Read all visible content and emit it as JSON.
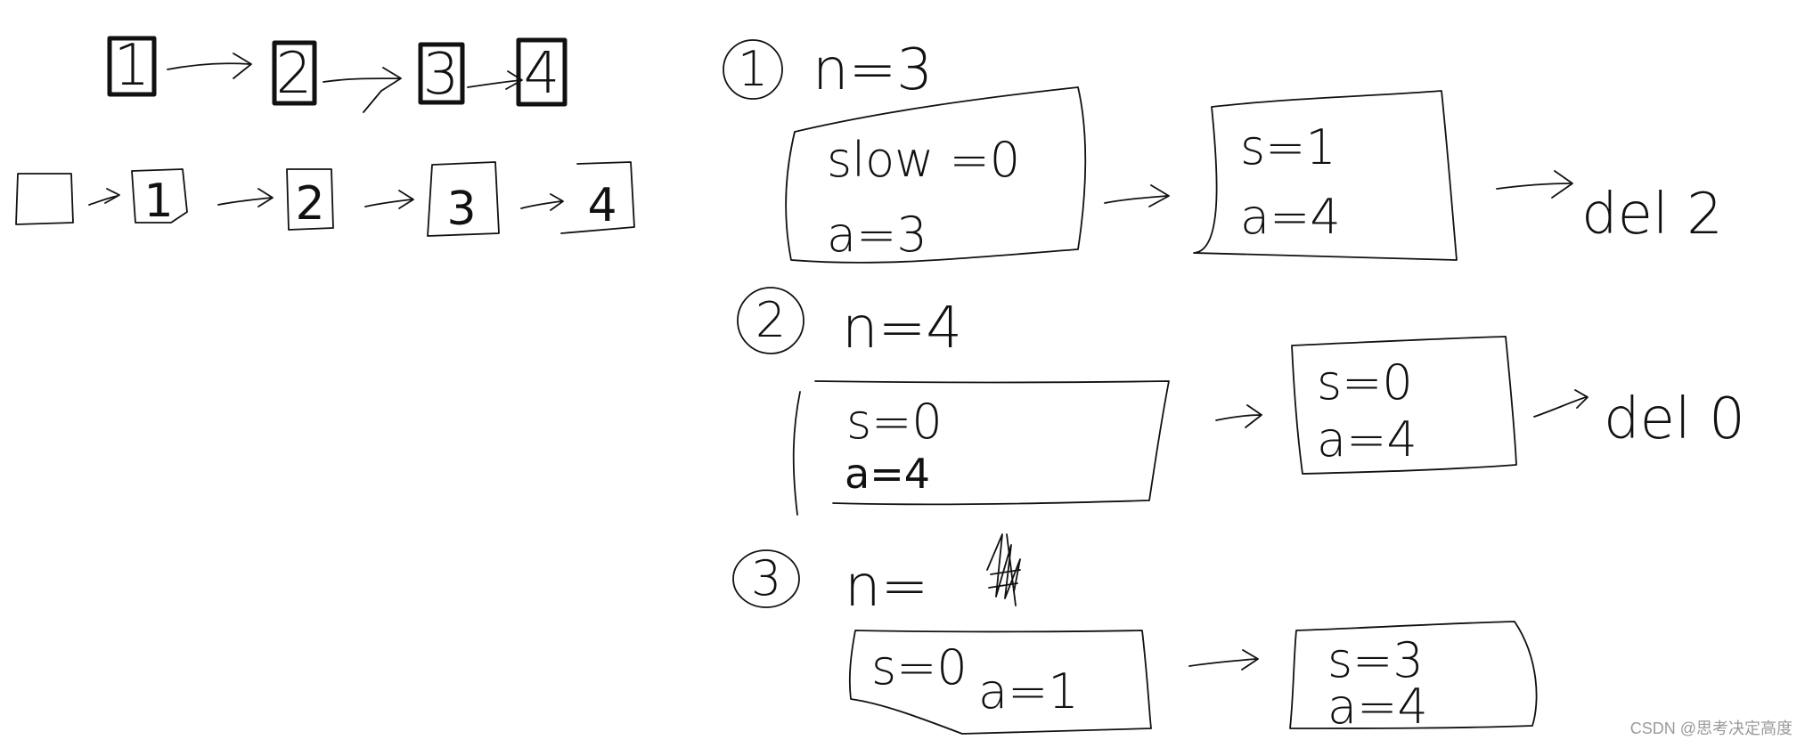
{
  "diagram": {
    "top_list": {
      "nodes": [
        "1",
        "2",
        "3",
        "4"
      ]
    },
    "dummy_list": {
      "nodes": [
        "",
        "1",
        "2",
        "3",
        "4"
      ]
    },
    "cases": [
      {
        "marker": "1",
        "n_label": "n=3",
        "box1": [
          "slow =0",
          "a=3"
        ],
        "box2": [
          "s=1",
          "a=4"
        ],
        "result": "del 2"
      },
      {
        "marker": "2",
        "n_label": "n=4",
        "box1": [
          "s=0",
          "a=4"
        ],
        "box2": [
          "s=0",
          "a=4"
        ],
        "result": "del 0"
      },
      {
        "marker": "3",
        "n_label": "n=",
        "box1": [
          "s=0",
          "a=1"
        ],
        "box2": [
          "s=3",
          "a=4"
        ]
      }
    ]
  },
  "watermark": "CSDN @思考决定高度"
}
